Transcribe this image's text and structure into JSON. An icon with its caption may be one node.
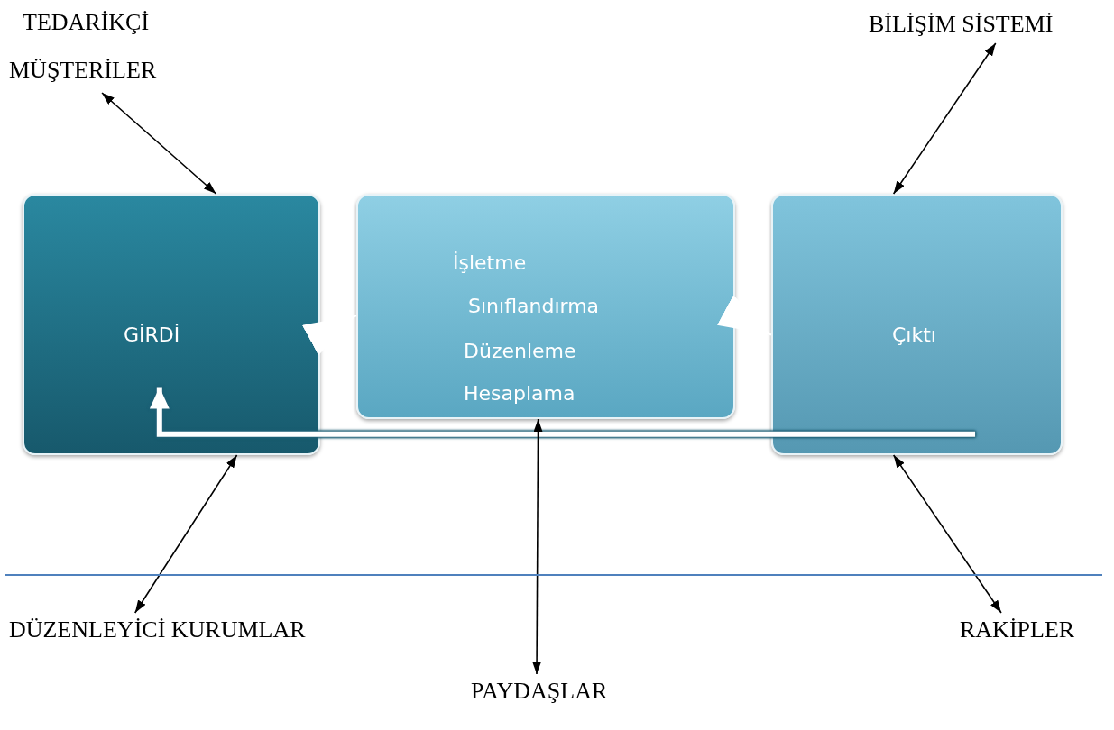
{
  "diagram": {
    "nodes": [
      {
        "text": [
          "TEDARİKÇİ",
          "MÜŞTERİLER"
        ]
      },
      {
        "text": [
          "BİLİŞİM SİSTEMİ"
        ]
      },
      {
        "text": [
          "GİRDİ"
        ]
      },
      {
        "text": [
          "İşletme",
          "Sınıflandırma",
          "Düzenleme",
          "Hesaplama"
        ]
      },
      {
        "text": [
          "Çıktı"
        ]
      },
      {
        "text": [
          "DÜZENLEYİCİ KURUMLAR"
        ]
      },
      {
        "text": [
          "RAKİPLER"
        ]
      },
      {
        "text": [
          "PAYDAŞLAR"
        ]
      }
    ],
    "edges": [
      {
        "from": 2,
        "to": 0,
        "arrow": "both"
      },
      {
        "from": 4,
        "to": 1,
        "arrow": "both"
      },
      {
        "from": 2,
        "to": 3,
        "arrow": "to",
        "color": "#ffffff"
      },
      {
        "from": 3,
        "to": 4,
        "arrow": "to",
        "color": "#ffffff"
      },
      {
        "from": 4,
        "to": 2,
        "arrow": "to",
        "style": "thick",
        "color": "#ffffff"
      },
      {
        "from": 2,
        "to": 5,
        "arrow": "both"
      },
      {
        "from": 3,
        "to": 7,
        "arrow": "both"
      },
      {
        "from": 4,
        "to": 6,
        "arrow": "both"
      }
    ]
  }
}
